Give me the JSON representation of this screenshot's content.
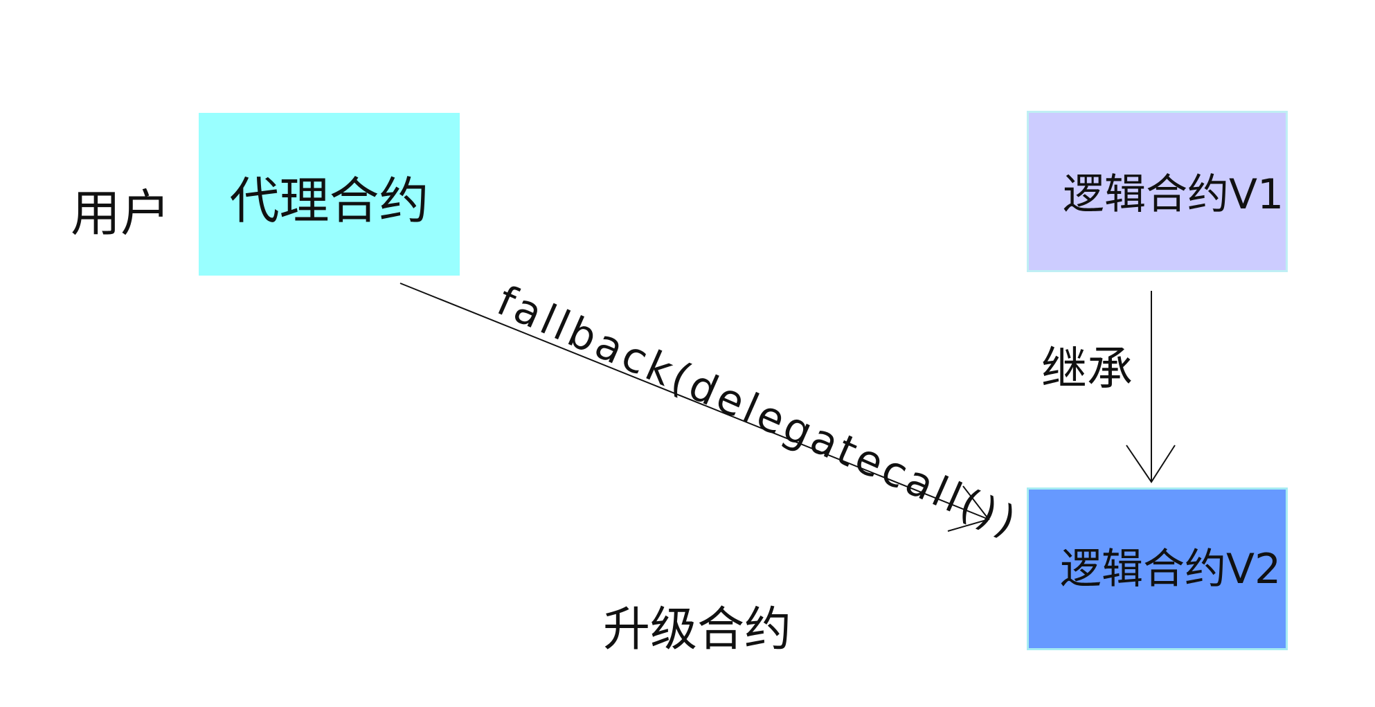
{
  "nodes": {
    "user": {
      "label": "用户"
    },
    "proxy": {
      "label": "代理合约",
      "fill": "#99ffff"
    },
    "logic_v1": {
      "label": "逻辑合约V1",
      "fill": "#ccccff"
    },
    "logic_v2": {
      "label": "逻辑合约V2",
      "fill": "#6699ff"
    }
  },
  "edges": {
    "proxy_to_v2": {
      "label": "fallback(delegatecall())"
    },
    "v1_to_v2": {
      "label": "继承"
    }
  },
  "caption": "升级合约",
  "colors": {
    "line": "#111111",
    "background": "#ffffff"
  }
}
